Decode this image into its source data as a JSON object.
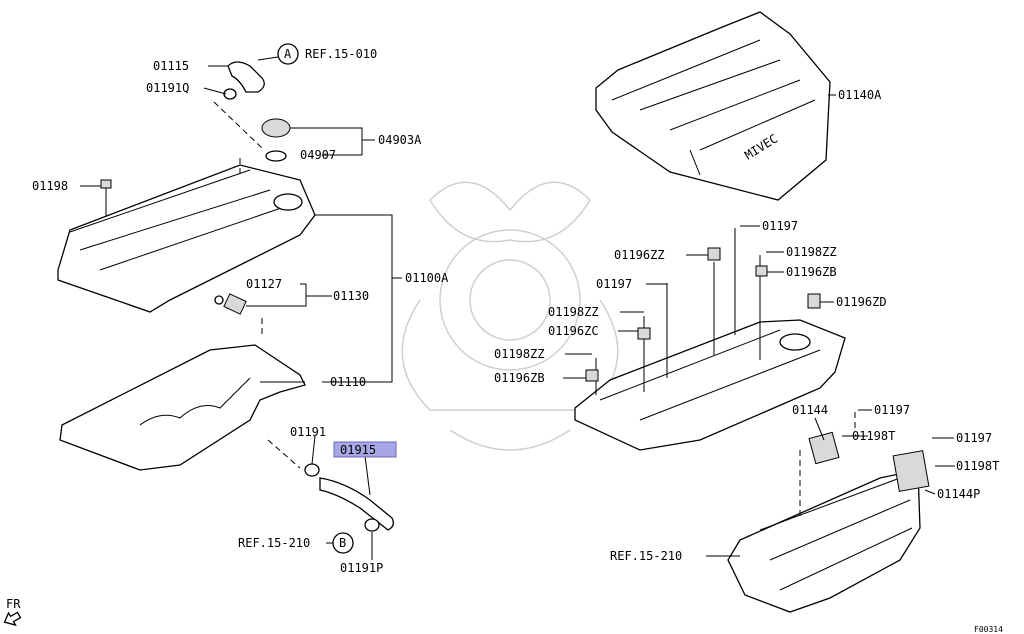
{
  "callouts": {
    "ref_a": {
      "letter": "A",
      "text": "REF.15-010"
    },
    "ref_b": {
      "letter": "B",
      "text": "REF.15-210"
    }
  },
  "labels": {
    "p01115": "01115",
    "p01191q": "01191Q",
    "p04903a": "04903A",
    "p04907": "04907",
    "p01198": "01198",
    "p01100a": "01100A",
    "p01127": "01127",
    "p01130": "01130",
    "p01110": "01110",
    "p01191": "01191",
    "p01915": "01915",
    "p01191p": "01191P",
    "p01140a": "01140A",
    "p01197a": "01197",
    "p01196zz": "01196ZZ",
    "p01198zz_a": "01198ZZ",
    "p01196zb_a": "01196ZB",
    "p01197b": "01197",
    "p01196zd": "01196ZD",
    "p01198zz_b": "01198ZZ",
    "p01196zc": "01196ZC",
    "p01198zz_c": "01198ZZ",
    "p01196zb_b": "01196ZB",
    "p01144": "01144",
    "p01197c": "01197",
    "p01198t_a": "01198T",
    "p01197d": "01197",
    "p01198t_b": "01198T",
    "p01144p": "01144P",
    "ref_manifold": "REF.15-210"
  },
  "cover_logo": "MIVEC",
  "highlight_color": "#a7a7e6",
  "fr_label": "FR",
  "figure_code": "F00314"
}
